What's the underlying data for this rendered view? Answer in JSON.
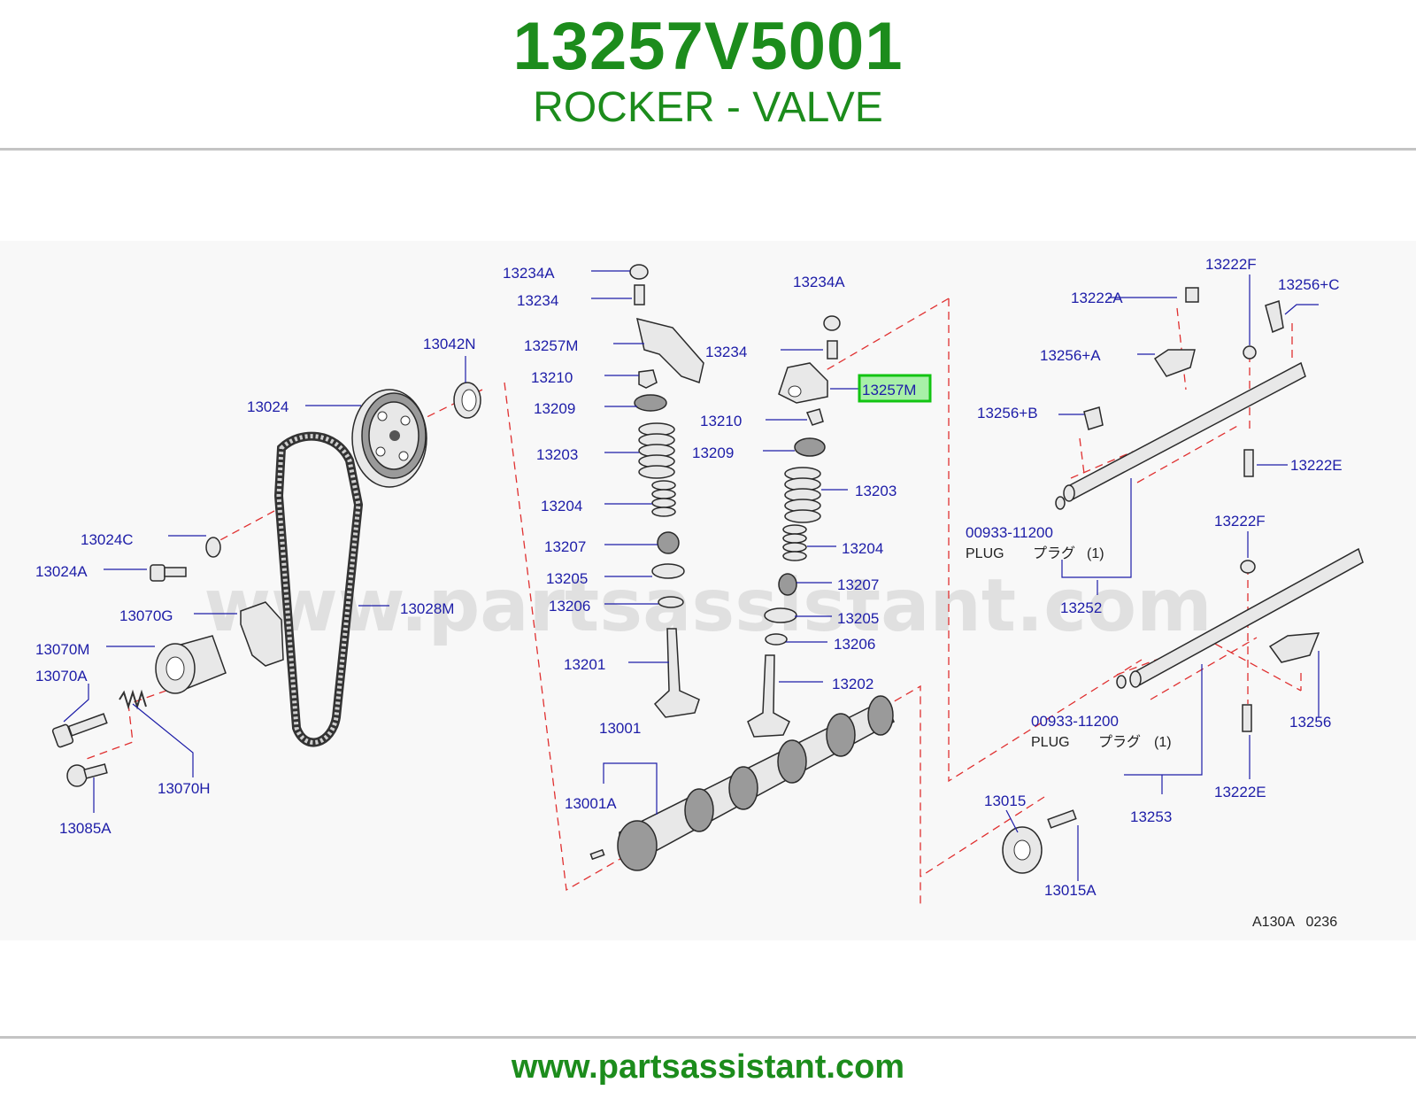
{
  "header": {
    "part_number": "13257V5001",
    "part_name": "ROCKER - VALVE"
  },
  "watermark": "www.partsassistant.com",
  "footer": {
    "url": "www.partsassistant.com"
  },
  "diagram_code": "A130A   0236",
  "highlight_color": "#12c412",
  "brand_color": "#1c8c1c",
  "label_color": "#1d1da8",
  "labels": {
    "l13234A_1": "13234A",
    "l13234_1": "13234",
    "l13257M_1": "13257M",
    "l13210_1": "13210",
    "l13209_1": "13209",
    "l13203_1": "13203",
    "l13204_1": "13204",
    "l13207_1": "13207",
    "l13205_1": "13205",
    "l13206_1": "13206",
    "l13201": "13201",
    "l13001": "13001",
    "l13001A": "13001A",
    "l13234A_2": "13234A",
    "l13234_2": "13234",
    "l13257M_hl": "13257M",
    "l13210_2": "13210",
    "l13209_2": "13209",
    "l13203_2": "13203",
    "l13204_2": "13204",
    "l13207_2": "13207",
    "l13205_2": "13205",
    "l13206_2": "13206",
    "l13202": "13202",
    "l13042N": "13042N",
    "l13024": "13024",
    "l13024C": "13024C",
    "l13024A": "13024A",
    "l13070G": "13070G",
    "l13028M": "13028M",
    "l13070M": "13070M",
    "l13070A": "13070A",
    "l13070H": "13070H",
    "l13085A": "13085A",
    "l13222F_1": "13222F",
    "l13222A": "13222A",
    "l13256C": "13256+C",
    "l13256A": "13256+A",
    "l13256B": "13256+B",
    "l13222E_1": "13222E",
    "l00933_1": "00933-11200",
    "plug_1": "PLUG",
    "plug_jp_1": "プラグ",
    "plug_qty_1": "(1)",
    "l13252": "13252",
    "l13222F_2": "13222F",
    "l00933_2": "00933-11200",
    "plug_2": "PLUG",
    "plug_jp_2": "プラグ",
    "plug_qty_2": "(1)",
    "l13256": "13256",
    "l13222E_2": "13222E",
    "l13253": "13253",
    "l13015": "13015",
    "l13015A": "13015A"
  }
}
